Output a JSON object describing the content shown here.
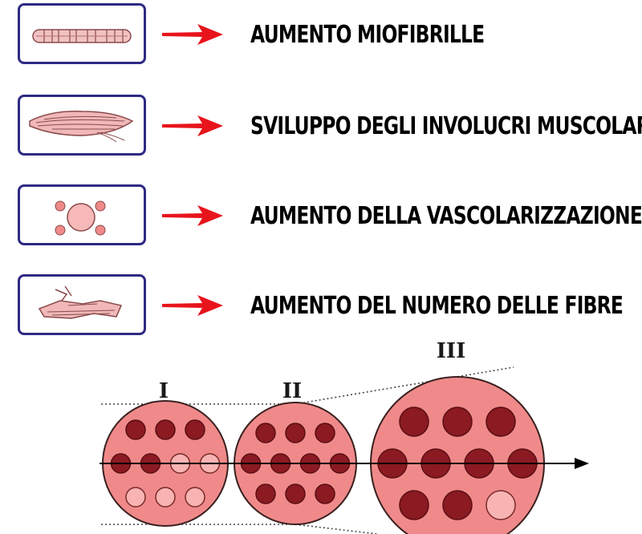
{
  "rows": [
    {
      "label": "AUMENTO MIOFIBRILLE",
      "icon": "myofibril-icon"
    },
    {
      "label": "SVILUPPO DEGLI INVOLUCRI MUSCOLARI",
      "icon": "muscle-sheath-icon"
    },
    {
      "label": "AUMENTO DELLA VASCOLARIZZAZIONE",
      "icon": "vascularization-icon"
    },
    {
      "label": "AUMENTO DEL NUMERO DELLE FIBRE",
      "icon": "fiber-number-icon"
    }
  ],
  "stages": [
    {
      "numeral": "I",
      "fibers": [
        [
          "filled",
          "filled",
          "filled"
        ],
        [
          "filled",
          "filled",
          "empty",
          "empty"
        ],
        [
          "empty",
          "empty",
          "empty"
        ]
      ]
    },
    {
      "numeral": "II",
      "fibers": [
        [
          "filled",
          "filled",
          "filled"
        ],
        [
          "filled",
          "filled",
          "filled",
          "filled"
        ],
        [
          "filled",
          "filled",
          "filled"
        ]
      ]
    },
    {
      "numeral": "III",
      "fibers": [
        [
          "filled",
          "filled",
          "filled"
        ],
        [
          "filled",
          "filled",
          "filled",
          "filled"
        ],
        [
          "filled",
          "filled",
          "empty"
        ]
      ]
    }
  ],
  "colors": {
    "box_border": "#2e2a84",
    "arrow": "#e8141c",
    "circle_fill": "#f08a8a",
    "fiber_filled": "#8b1a22",
    "fiber_empty": "#f8b3b3",
    "axis": "#000000"
  }
}
